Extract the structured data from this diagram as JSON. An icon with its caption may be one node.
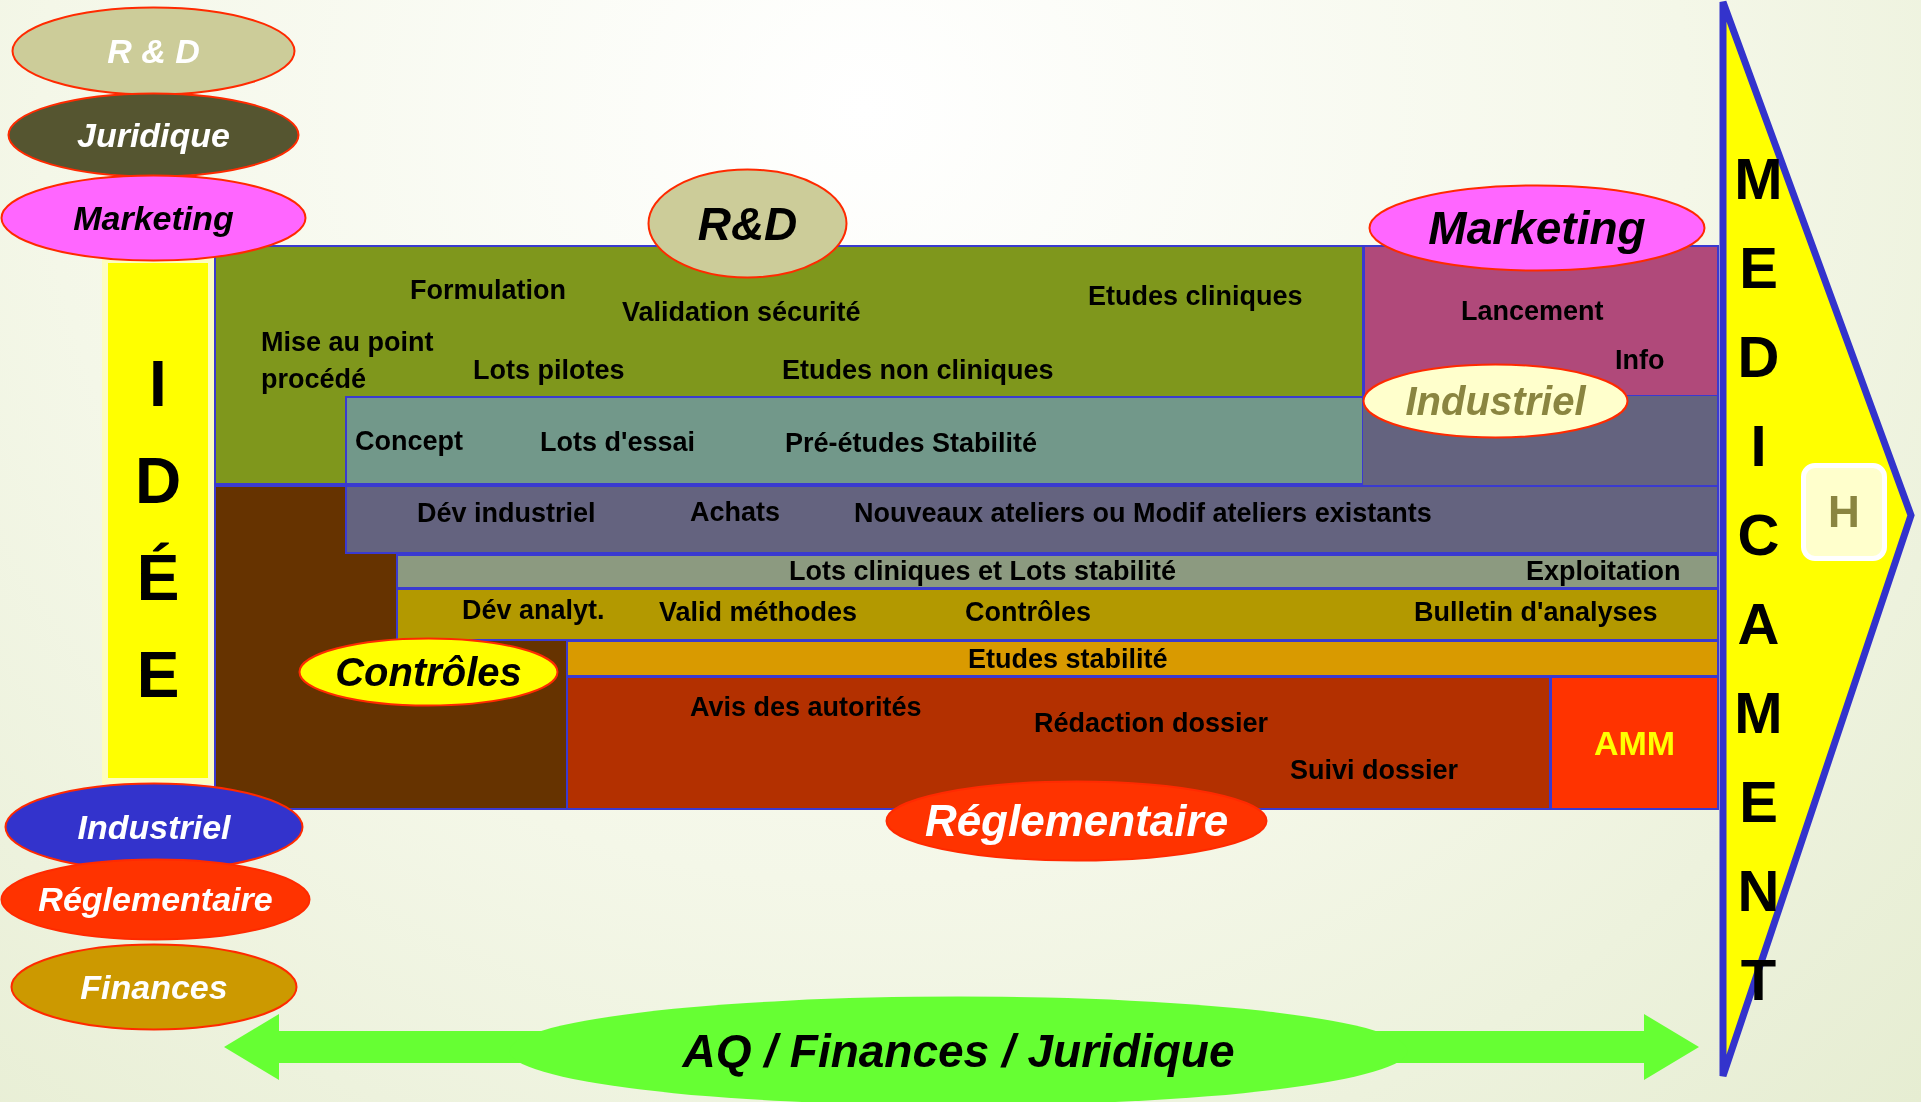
{
  "diagram": {
    "nodes": [
      {
        "text": [
          "R & D"
        ]
      },
      {
        "text": [
          "Juridique"
        ]
      },
      {
        "text": [
          "Marketing"
        ]
      },
      {
        "text": [
          "IDÉE"
        ]
      },
      {
        "text": [
          "R&D"
        ]
      },
      {
        "text": [
          "Marketing"
        ]
      },
      {
        "text": [
          "MEDICAMENT"
        ]
      },
      {
        "text": [
          "H"
        ],
        "in": 6
      },
      {
        "text": [
          "Formulation",
          "Validation sécurité",
          "Etudes cliniques",
          "Mise au point procédé",
          "Lots pilotes",
          "Etudes non cliniques"
        ]
      },
      {
        "text": [
          "Concept",
          "Lots d'essai",
          "Pré-études Stabilité"
        ],
        "in": 8
      },
      {
        "text": [
          "Lancement",
          "Info"
        ]
      },
      {
        "text": [
          "Industriel"
        ]
      },
      {
        "text": [],
        "shape": "box"
      },
      {
        "text": [],
        "shape": "box"
      },
      {
        "text": [
          "Dév industriel",
          "Achats",
          "Nouveaux ateliers ou Modif ateliers existants"
        ],
        "in": 13
      },
      {
        "text": [
          "Lots cliniques et Lots stabilité",
          "Exploitation"
        ],
        "in": 13
      },
      {
        "text": [
          "Dév analyt.",
          "Valid méthodes",
          "Contrôles",
          "Bulletin d'analyses"
        ],
        "in": 13
      },
      {
        "text": [
          "Etudes stabilité"
        ],
        "in": 13
      },
      {
        "text": [
          "Contrôles"
        ],
        "in": 13
      },
      {
        "text": [
          "Avis des autorités",
          "Rédaction dossier",
          "Suivi dossier"
        ],
        "in": 13
      },
      {
        "text": [
          "AMM"
        ],
        "in": 13
      },
      {
        "text": [
          "Réglementaire"
        ]
      },
      {
        "text": [
          "Industriel"
        ]
      },
      {
        "text": [
          "Réglementaire"
        ]
      },
      {
        "text": [
          "Finances"
        ]
      },
      {
        "text": [
          "AQ / Finances / Juridique"
        ]
      }
    ]
  }
}
